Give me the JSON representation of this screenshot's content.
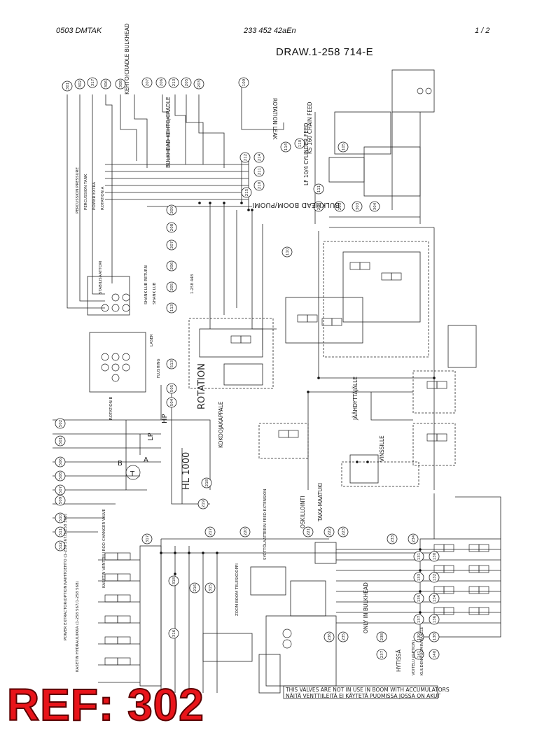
{
  "header": {
    "left": "0503  DMTAK",
    "middle": "233 452 42aEn",
    "right": "1 /  2"
  },
  "drawing_number": "DRAW.1-258 714-E",
  "reference_stamp": "REF: 302",
  "labels": {
    "rotation_leak": "ROTATION LEAK",
    "bulkhead_cradle": "BULKHEAD KEHTO/CRADLE",
    "kehto_bulkhead": "KEHTO/CRADLE BULKHEAD",
    "bulkhead_boom": "BULKHEAD BOOM/PUOMI",
    "ks_chain_feed": "KS 160 CHAIN FEED",
    "lf_cylinder_feed": "LF 10/4 CYLINDER FEED",
    "rotation": "ROTATION",
    "kokoojakappale": "KOKOOJAKAPPALE",
    "hl1000": "HL 1000",
    "jaahdyttajalle": "JÄÄHDYTTÄJÄLLE",
    "vinssille": "VINSSILLE",
    "oskillointi": "OSKILLOINTI",
    "takamaatuki": "TAKA-MAATUKI",
    "only_in_bulkhead": "ONLY IN BULKHEAD",
    "hytissa": "HYTISSÄ",
    "note_en": "THIS VALVES ARE NOT IN USE IN BOOM WITH ACCUMULATORS",
    "note_fi": "NÄITÄ VENTTIILEITÄ EI KÄYTETÄ PUOMISSA JOSSA ON AKUT",
    "laser": "LASER",
    "flushing": "FLUSHING",
    "percussion_pressure": "PERCUSSION PRESSURE",
    "percussion_tank": "PERCUSSION TANK",
    "shank_lub": "SHANK LUB",
    "shank_lub_return": "SHANK LUB RETURN",
    "stabilisaattori": "STABILISAATTORI",
    "rotation_a": "ROTATION A",
    "rotation_b": "ROTATION B",
    "power_extra": "POWER EXTRA",
    "hp": "HP",
    "lp": "LP",
    "t": "T",
    "a": "A",
    "b": "B",
    "pressure_release": "1-258 448",
    "kasetin_venttiili": "KASETIN VENTTIILI ROD CHANGER VALVE",
    "syottoaattori": "SYÖTTÖLAATTERIN FEED EXTENSION",
    "zoom_boom": "ZOOM BOOM TELESKOOPPI",
    "power_extractor": "POWER EXTRACTOR(OPTION)VAIHTOEHTO (1-258 567/1-258 568)",
    "kasetin_hydrauliikka": "KASETIN HYDRAULIIKKA (1-258 567/1-258 568)",
    "voitelu": "VOITELU (OPTION)",
    "kuuden_paalle": "KUUDEN PUOMIN PÄÄLLE"
  },
  "part_numbers_top": [
    "301",
    "302",
    "317",
    "306",
    "308",
    "207",
    "206",
    "213",
    "205",
    "203",
    "109"
  ],
  "part_numbers_mid": [
    "212",
    "214",
    "211",
    "210",
    "215",
    "114",
    "110",
    "111",
    "113",
    "105",
    "110",
    "209",
    "208",
    "207",
    "206",
    "205",
    "204",
    "203",
    "303",
    "304"
  ],
  "part_numbers_left": [
    "501",
    "502",
    "506",
    "508",
    "507",
    "509",
    "510",
    "511",
    "512",
    "513",
    "505",
    "504"
  ],
  "part_numbers_right": [
    "131",
    "133",
    "135",
    "137",
    "139",
    "141",
    "130",
    "132",
    "134",
    "136",
    "138",
    "140",
    "233",
    "234",
    "236",
    "235",
    "238",
    "237"
  ],
  "part_numbers_bottom": [
    "317",
    "318",
    "316",
    "315",
    "219",
    "218",
    "217",
    "216",
    "220",
    "221",
    "222",
    "223"
  ]
}
